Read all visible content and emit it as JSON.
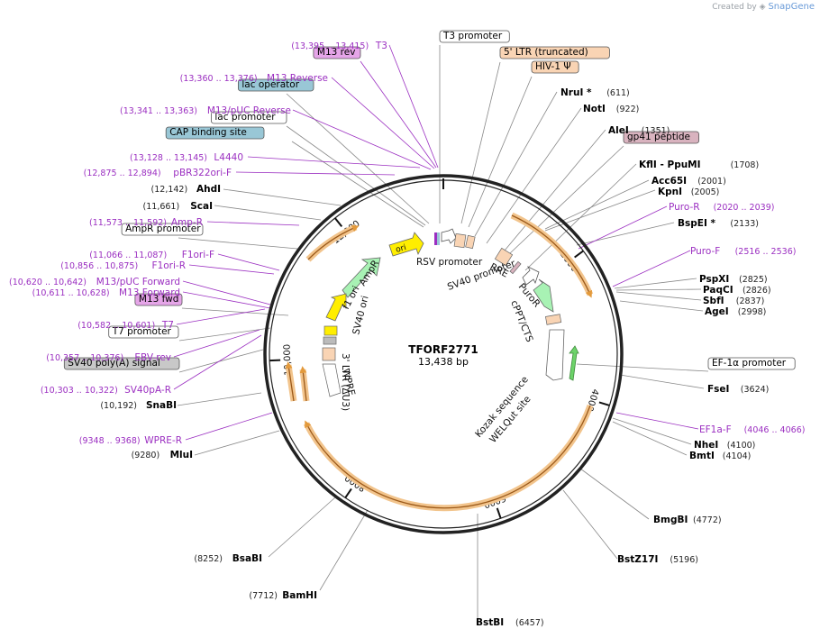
{
  "credit": {
    "created_by": "Created by",
    "brand": "SnapGene"
  },
  "plasmid": {
    "name": "TFORF2771",
    "size_label": "13,438 bp",
    "length": 13438
  },
  "colors": {
    "backbone": "#222222",
    "label_magenta": "#9b2fc1",
    "label_black": "#000000",
    "line_gray": "#888888",
    "feature_orange": "#f2c48c",
    "feature_orange_edge": "#e39a3c",
    "amp_green": "#a8f2b4",
    "yellow": "#ffee00",
    "rsv_white": "#ffffff",
    "ltr_peach": "#f9d4b4",
    "gp41_pink": "#d9b3bf",
    "lac_blue": "#99c7d6",
    "m13_pink": "#e5a5e8",
    "sv40_gray": "#c8c8c8"
  },
  "scale_ticks": [
    {
      "pos": 2000,
      "label": "2000"
    },
    {
      "pos": 4000,
      "label": "4000"
    },
    {
      "pos": 6000,
      "label": "6000"
    },
    {
      "pos": 8000,
      "label": "8000"
    },
    {
      "pos": 10000,
      "label": "10,000"
    },
    {
      "pos": 12000,
      "label": "12,000"
    }
  ],
  "boxed_labels": [
    {
      "text": "T3 promoter",
      "fill": "#ffffff"
    },
    {
      "text": "5' LTR (truncated)",
      "fill": "#f9d4b4"
    },
    {
      "text": "HIV-1 Ψ",
      "fill": "#f9d4b4"
    },
    {
      "text": "gp41 peptide",
      "fill": "#d9b3bf"
    },
    {
      "text": "M13 rev",
      "fill": "#e5a5e8"
    },
    {
      "text": "lac operator",
      "fill": "#99c7d6"
    },
    {
      "text": "lac promoter",
      "fill": "#ffffff"
    },
    {
      "text": "CAP binding site",
      "fill": "#99c7d6"
    },
    {
      "text": "AmpR promoter",
      "fill": "#ffffff"
    },
    {
      "text": "M13 fwd",
      "fill": "#e5a5e8"
    },
    {
      "text": "T7 promoter",
      "fill": "#ffffff"
    },
    {
      "text": "SV40 poly(A) signal",
      "fill": "#c8c8c8"
    },
    {
      "text": "EF-1α promoter",
      "fill": "#ffffff"
    }
  ],
  "site_labels": [
    {
      "name": "NruI *",
      "coord": "(611)"
    },
    {
      "name": "NotI",
      "coord": "(922)"
    },
    {
      "name": "AleI",
      "coord": "(1351)"
    },
    {
      "name": "KflI  - PpuMI",
      "coord": "(1708)"
    },
    {
      "name": "Acc65I",
      "coord": "(2001)"
    },
    {
      "name": "KpnI",
      "coord": "(2005)"
    },
    {
      "name": "BspEI *",
      "coord": "(2133)"
    },
    {
      "name": "PspXI",
      "coord": "(2825)"
    },
    {
      "name": "PaqCI",
      "coord": "(2826)"
    },
    {
      "name": "SbfI",
      "coord": "(2837)"
    },
    {
      "name": "AgeI",
      "coord": "(2998)"
    },
    {
      "name": "FseI",
      "coord": "(3624)"
    },
    {
      "name": "NheI",
      "coord": "(4100)"
    },
    {
      "name": "BmtI",
      "coord": "(4104)"
    },
    {
      "name": "BmgBI",
      "coord": "(4772)"
    },
    {
      "name": "BstZ17I",
      "coord": "(5196)"
    },
    {
      "name": "BstBI",
      "coord": "(6457)"
    },
    {
      "name": "BamHI",
      "coord": "(7712)"
    },
    {
      "name": "BsaBI",
      "coord": "(8252)"
    },
    {
      "name": "MluI",
      "coord": "(9280)"
    },
    {
      "name": "SnaBI",
      "coord": "(10,192)"
    },
    {
      "name": "ScaI",
      "coord": "(11,661)"
    },
    {
      "name": "AhdI",
      "coord": "(12,142)"
    }
  ],
  "primer_labels": [
    {
      "name": "T3",
      "coord": "(13,395 .. 13,415)"
    },
    {
      "name": "M13 Reverse",
      "coord": "(13,360 .. 13,376)"
    },
    {
      "name": "M13/pUC Reverse",
      "coord": "(13,341 .. 13,363)"
    },
    {
      "name": "L4440",
      "coord": "(13,128 .. 13,145)"
    },
    {
      "name": "pBR322ori-F",
      "coord": "(12,875 .. 12,894)"
    },
    {
      "name": "Amp-R",
      "coord": "(11,573 .. 11,592)"
    },
    {
      "name": "F1ori-F",
      "coord": "(11,066 .. 11,087)"
    },
    {
      "name": "F1ori-R",
      "coord": "(10,856 .. 10,875)"
    },
    {
      "name": "M13/pUC Forward",
      "coord": "(10,620 .. 10,642)"
    },
    {
      "name": "M13 Forward",
      "coord": "(10,611 .. 10,628)"
    },
    {
      "name": "T7",
      "coord": "(10,582 .. 10,601)"
    },
    {
      "name": "EBV-rev",
      "coord": "(10,357 .. 10,376)"
    },
    {
      "name": "SV40pA-R",
      "coord": "(10,303 .. 10,322)"
    },
    {
      "name": "WPRE-R",
      "coord": "(9348 .. 9368)"
    },
    {
      "name": "Puro-R",
      "coord": "(2020 .. 2039)"
    },
    {
      "name": "Puro-F",
      "coord": "(2516 .. 2536)"
    },
    {
      "name": "EF1a-F",
      "coord": "(4046 .. 4066)"
    }
  ],
  "inner_labels": [
    "RSV promoter",
    "SV40 promoter",
    "RRE",
    "PuroR",
    "cPPT/CTS",
    "Kozak sequence",
    "WELQut site",
    "ori",
    "AmpR",
    "f1 ori",
    "SV40 ori",
    "3' LTR (ΔU3)",
    "WPRE"
  ]
}
